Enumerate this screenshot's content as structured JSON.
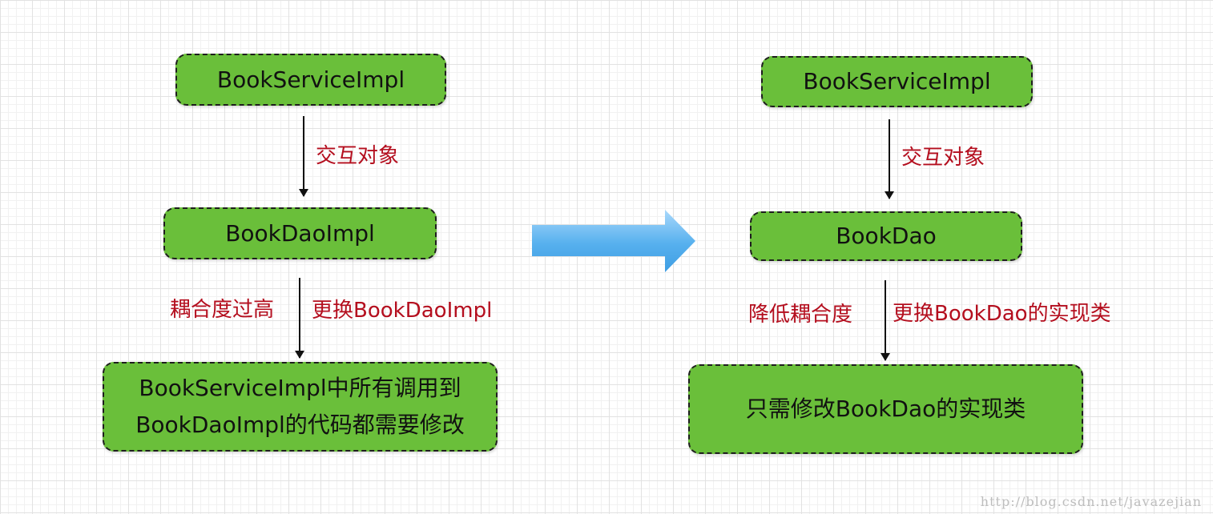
{
  "left": {
    "box_top": "BookServiceImpl",
    "label_interaction": "交互对象",
    "box_middle": "BookDaoImpl",
    "label_coupling": "耦合度过高",
    "label_replace": "更换BookDaoImpl",
    "box_bottom": "BookServiceImpl中所有调用到\nBookDaoImpl的代码都需要修改"
  },
  "right": {
    "box_top": "BookServiceImpl",
    "label_interaction": "交互对象",
    "box_middle": "BookDao",
    "label_coupling": "降低耦合度",
    "label_replace": "更换BookDao的实现类",
    "box_bottom": "只需修改BookDao的实现类"
  },
  "watermark": "http://blog.csdn.net/javazejian",
  "colors": {
    "box_fill": "#6abf3a",
    "label_text": "#b40e1e",
    "arrow_blue": "#4fa8e8"
  }
}
